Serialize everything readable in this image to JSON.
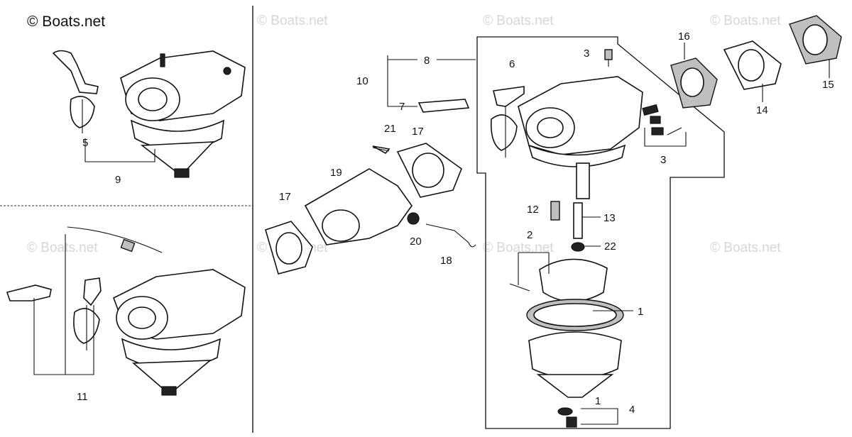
{
  "copyright": "© Boats.net",
  "watermarks": [
    "© Boats.net",
    "© Boats.net",
    "© Boats.net",
    "© Boats.net",
    "© Boats.net",
    "© Boats.net",
    "© Boats.net"
  ],
  "callouts": [
    "1",
    "1",
    "2",
    "3",
    "3",
    "4",
    "5",
    "6",
    "7",
    "8",
    "9",
    "10",
    "11",
    "12",
    "13",
    "14",
    "15",
    "16",
    "17",
    "17",
    "18",
    "19",
    "20",
    "21",
    "22"
  ]
}
